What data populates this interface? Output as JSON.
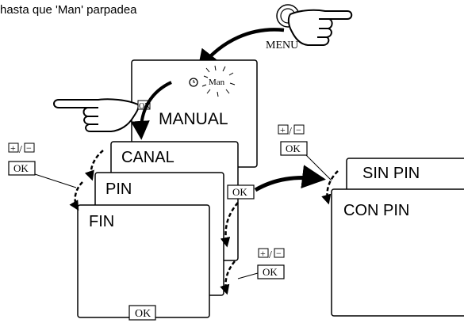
{
  "caption": "hasta que 'Man' parpadea",
  "menu_button": {
    "label": "MENU"
  },
  "screens": {
    "manual": {
      "title": "MANUAL",
      "mode_indicator": "Man"
    },
    "canal": {
      "title": "CANAL"
    },
    "pin": {
      "title": "PIN"
    },
    "fin": {
      "title": "FIN",
      "ok_label": "OK"
    },
    "sin_pin": {
      "title": "SIN PIN"
    },
    "con_pin": {
      "title": "CON PIN"
    }
  },
  "key_groups": {
    "left": {
      "plus": "+",
      "slash": "/",
      "minus": "−",
      "ok": "OK"
    },
    "right": {
      "plus": "+",
      "slash": "/",
      "minus": "−",
      "ok": "OK"
    },
    "bottom": {
      "plus": "+",
      "slash": "/",
      "minus": "−",
      "ok": "OK"
    }
  },
  "labels": {
    "ok_manual": "OK",
    "ok_pin": "OK"
  },
  "icons": {
    "clock": "clock-icon",
    "pointing_hand": "pointing-hand-icon"
  }
}
